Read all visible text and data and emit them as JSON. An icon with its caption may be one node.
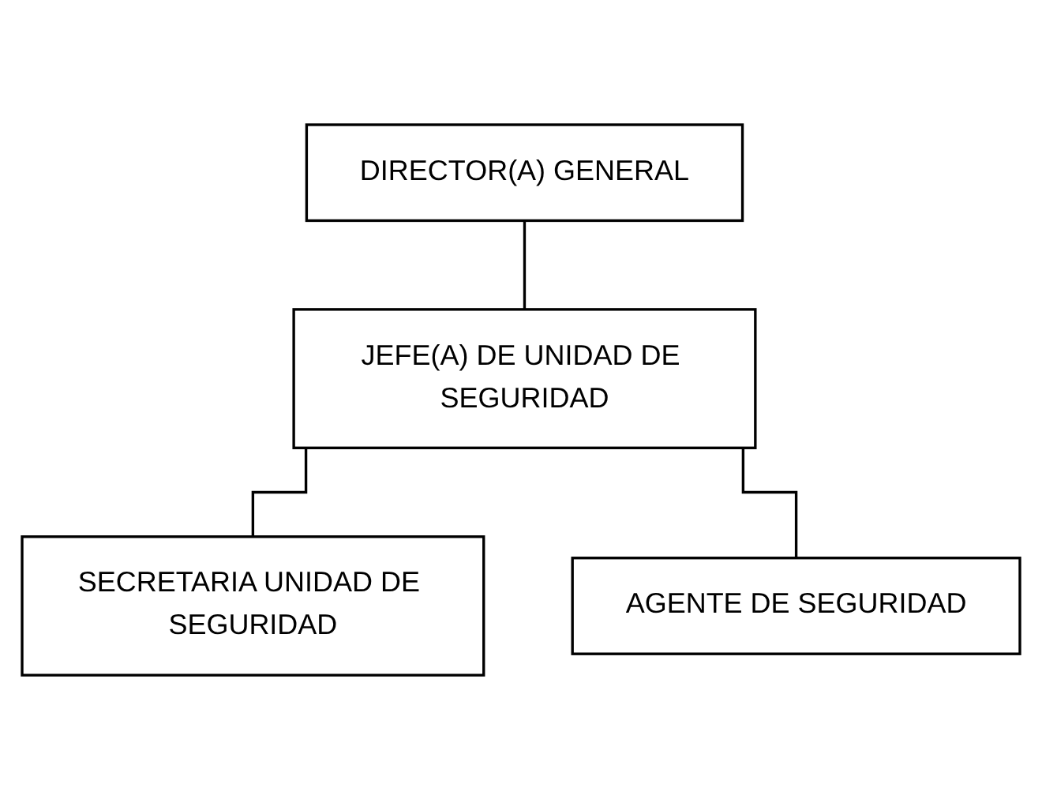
{
  "diagram": {
    "nodes": [
      {
        "text": [
          "DIRECTOR(A) GENERAL"
        ]
      },
      {
        "text": [
          "JEFE(A) DE UNIDAD DE SEGURIDAD"
        ]
      },
      {
        "text": [
          "SECRETARIA UNIDAD DE SEGURIDAD"
        ]
      },
      {
        "text": [
          "AGENTE DE SEGURIDAD"
        ]
      }
    ],
    "edges": [
      {
        "from": 0,
        "to": 1,
        "arrow": "none"
      },
      {
        "from": 1,
        "to": 2,
        "arrow": "none"
      },
      {
        "from": 1,
        "to": 3,
        "arrow": "none"
      }
    ]
  }
}
